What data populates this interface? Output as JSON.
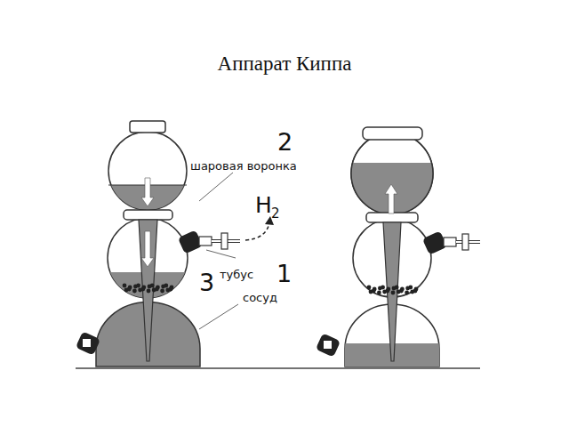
{
  "diagram": {
    "title": "Аппарат Киппа",
    "labels": [
      "2",
      "шаровая воронка",
      "H",
      "2",
      "3",
      "тубус",
      "1",
      "сосуд"
    ]
  }
}
